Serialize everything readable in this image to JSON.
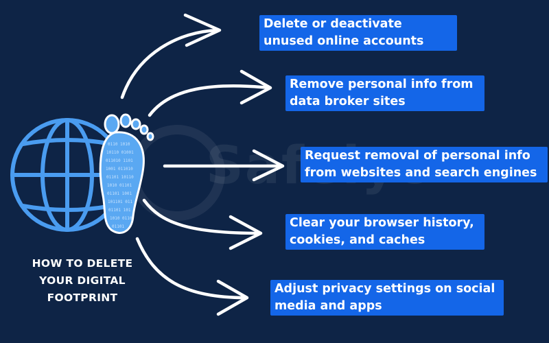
{
  "title": "HOW TO DELETE\nYOUR DIGITAL\nFOOTPRINT",
  "watermark": "Safelyo",
  "steps": [
    {
      "label": "Delete or deactivate unused online accounts"
    },
    {
      "label": "Remove personal info from data broker sites"
    },
    {
      "label": "Request removal of personal info from websites and search engines"
    },
    {
      "label": "Clear your browser history, cookies, and caches"
    },
    {
      "label": "Adjust privacy settings on social media and apps"
    }
  ],
  "colors": {
    "background": "#0e2446",
    "tag": "#1466e8",
    "globe": "#4a9cf0",
    "arrow": "#ffffff"
  },
  "icons": [
    "globe-icon",
    "footprint-icon",
    "logo-watermark-icon"
  ]
}
